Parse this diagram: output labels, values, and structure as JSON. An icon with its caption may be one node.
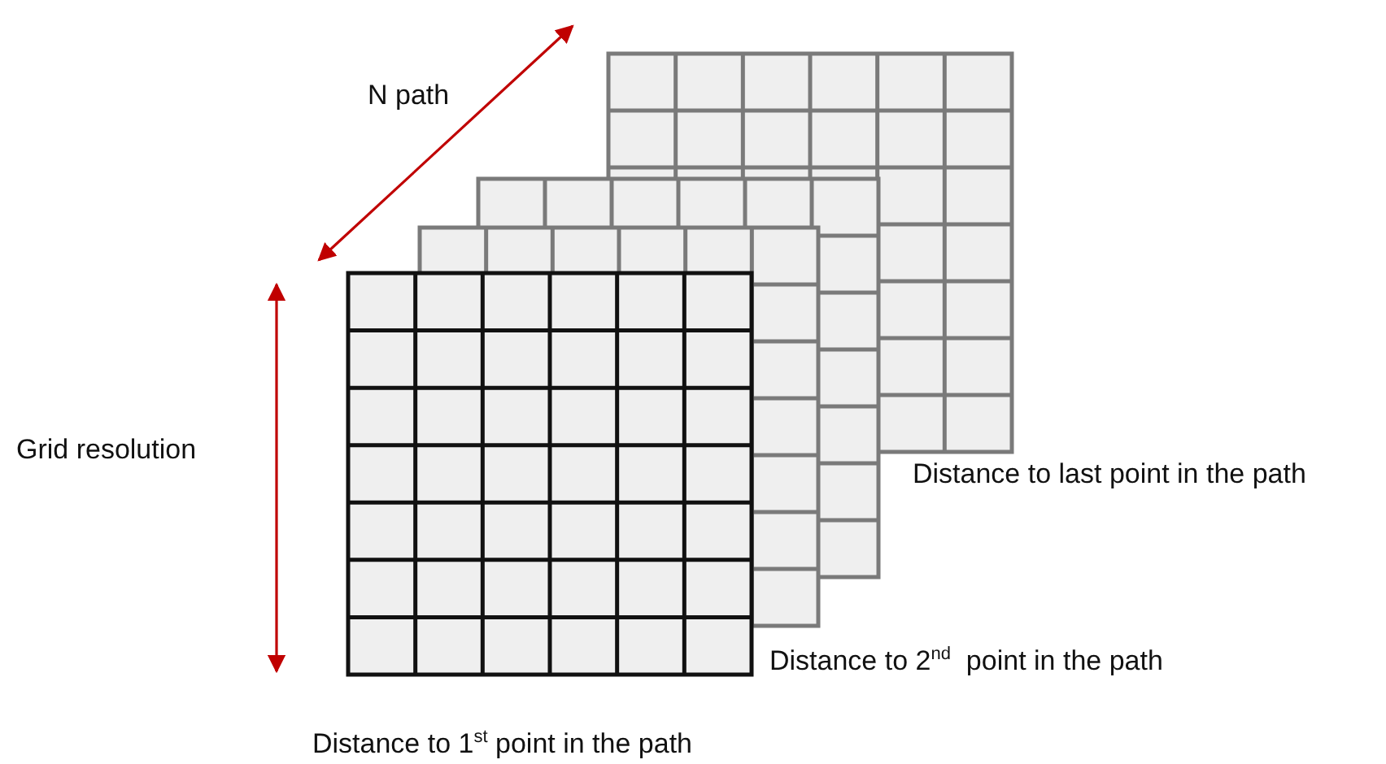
{
  "diagram": {
    "labels": [
      "N path",
      "Grid resolution",
      "Distance to last point in the path",
      "Distance to 2$^{nd}$  point in the path",
      "Distance to 1$^{st}$ point in the path"
    ]
  }
}
